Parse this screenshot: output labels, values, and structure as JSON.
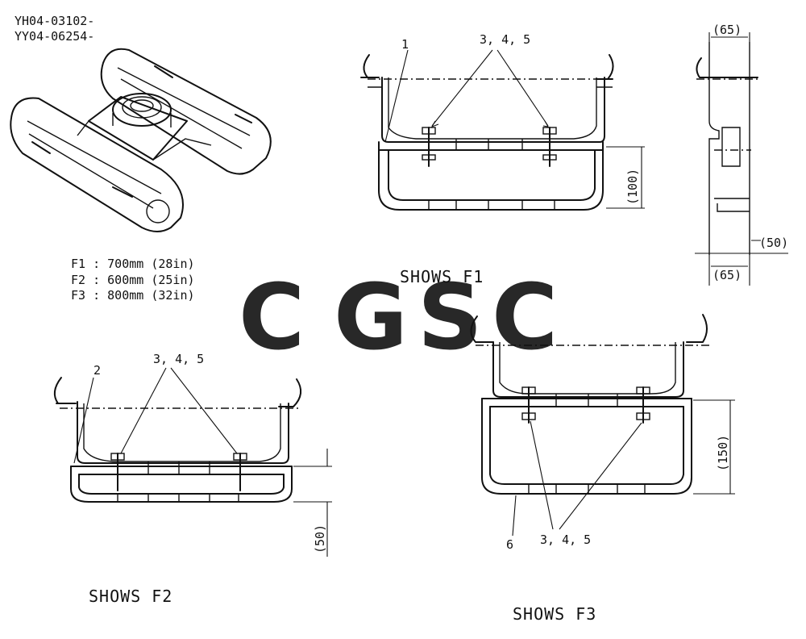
{
  "model_codes": [
    "YH04-03102-",
    "YY04-06254-"
  ],
  "sizes": [
    "F1 : 700mm  (28in)",
    "F2 : 600mm  (25in)",
    "F3 : 800mm  (32in)"
  ],
  "views": {
    "f1": {
      "title": "SHOWS  F1",
      "part_label": "1",
      "bolt_label": "3, 4, 5",
      "height_dim": "(100)"
    },
    "f2": {
      "title": "SHOWS  F2",
      "part_label": "2",
      "bolt_label": "3, 4, 5",
      "height_dim": "(50)"
    },
    "f3": {
      "title": "SHOWS  F3",
      "part_label": "6",
      "bolt_label": "3, 4, 5",
      "height_dim": "(150)"
    },
    "side": {
      "top_dim": "(65)",
      "bottom_dim": "(65)",
      "offset_dim": "(50)"
    }
  },
  "watermark": {
    "letters": [
      "C",
      "G",
      "S",
      "C"
    ],
    "colors": [
      "#5b9cf2",
      "#f2827a",
      "#f7cf57",
      "#5cbb8c"
    ]
  }
}
